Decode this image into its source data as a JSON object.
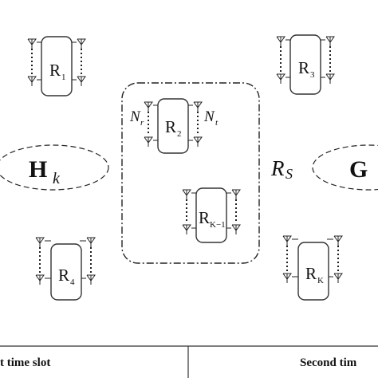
{
  "labels": {
    "hk_main": "H",
    "hk_sub": "k",
    "g_main": "G",
    "rs_main": "R",
    "rs_sub": "S",
    "nr_main": "N",
    "nr_sub": "r",
    "nt_main": "N",
    "nt_sub": "t"
  },
  "relays": [
    {
      "main": "R",
      "sub": "1"
    },
    {
      "main": "R",
      "sub": "3"
    },
    {
      "main": "R",
      "sub": "2"
    },
    {
      "main": "R",
      "sub": "K−1"
    },
    {
      "main": "R",
      "sub": "4"
    },
    {
      "main": "R",
      "sub": "K"
    }
  ],
  "table": {
    "first_slot": "t time slot",
    "second_slot": "Second tim"
  }
}
